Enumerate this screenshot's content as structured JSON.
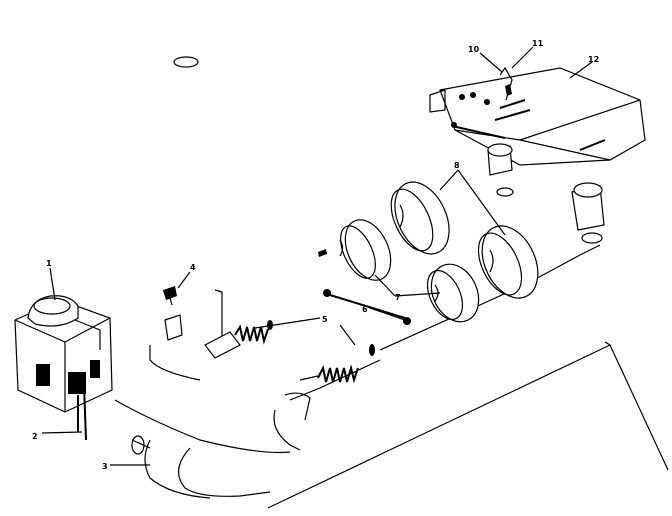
{
  "callouts": [
    {
      "id": "1",
      "label": "1"
    },
    {
      "id": "2",
      "label": "2"
    },
    {
      "id": "3",
      "label": "3"
    },
    {
      "id": "4",
      "label": "4"
    },
    {
      "id": "5",
      "label": "5"
    },
    {
      "id": "6",
      "label": "6"
    },
    {
      "id": "7",
      "label": "7"
    },
    {
      "id": "8",
      "label": "8"
    },
    {
      "id": "10",
      "label": "10"
    },
    {
      "id": "11",
      "label": "11"
    },
    {
      "id": "12",
      "label": "12"
    }
  ]
}
